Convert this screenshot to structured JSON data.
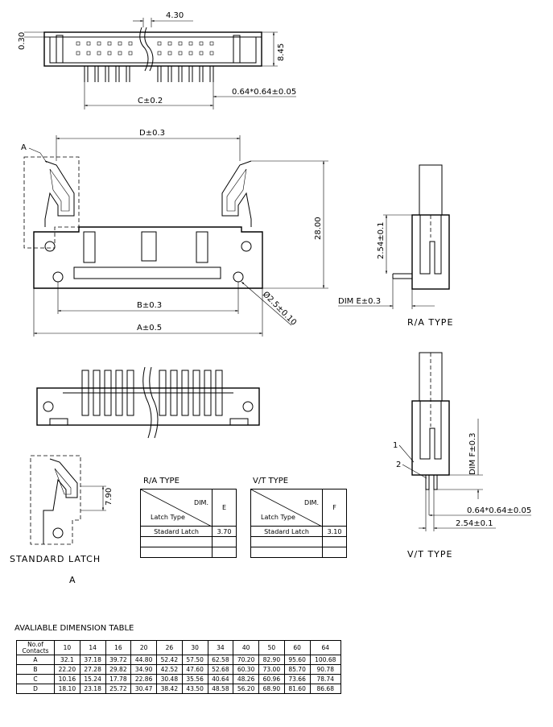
{
  "top_view": {
    "width_dim": "4.30",
    "thickness_dim": "0.30",
    "height_dim": "8.45",
    "c_dim": "C±0.2",
    "pin_dim": "0.64*0.64±0.05"
  },
  "front_view": {
    "d_dim": "D±0.3",
    "height_dim": "28.00",
    "b_dim": "B±0.3",
    "a_dim": "A±0.5",
    "hole_dim": "Ø2.5±0.10",
    "latch_label": "A"
  },
  "ra_view": {
    "pitch_dim": "2.54±0.1",
    "e_dim": "DIM E±0.3",
    "title": "R/A TYPE"
  },
  "vt_view": {
    "f_dim": "DIM F±0.3",
    "callout_1": "1",
    "callout_2": "2",
    "pin_dim": "0.64*0.64±0.05",
    "pitch_dim": "2.54±0.1",
    "title": "V/T TYPE"
  },
  "latch_detail": {
    "dim": "7.90",
    "title": "STANDARD LATCH",
    "sub": "A"
  },
  "ra_table": {
    "title": "R/A TYPE",
    "dim_label": "DIM.",
    "latch_type_label": "Latch Type",
    "col": "E",
    "row_label": "Stadard Latch",
    "row_value": "3.70"
  },
  "vt_table": {
    "title": "V/T TYPE",
    "dim_label": "DIM.",
    "latch_type_label": "Latch Type",
    "col": "F",
    "row_label": "Stadard Latch",
    "row_value": "3.10"
  },
  "dimension_table": {
    "title": "AVALIABLE DIMENSION TABLE",
    "header_label_1": "No.of",
    "header_label_2": "Contacts",
    "columns": [
      "10",
      "14",
      "16",
      "20",
      "26",
      "30",
      "34",
      "40",
      "50",
      "60",
      "64"
    ],
    "rows": [
      {
        "name": "A",
        "values": [
          "32.1",
          "37.18",
          "39.72",
          "44.80",
          "52.42",
          "57.50",
          "62.58",
          "70.20",
          "82.90",
          "95.60",
          "100.68"
        ]
      },
      {
        "name": "B",
        "values": [
          "22.20",
          "27.28",
          "29.82",
          "34.90",
          "42.52",
          "47.60",
          "52.68",
          "60.30",
          "73.00",
          "85.70",
          "90.78"
        ]
      },
      {
        "name": "C",
        "values": [
          "10.16",
          "15.24",
          "17.78",
          "22.86",
          "30.48",
          "35.56",
          "40.64",
          "48.26",
          "60.96",
          "73.66",
          "78.74"
        ]
      },
      {
        "name": "D",
        "values": [
          "18.10",
          "23.18",
          "25.72",
          "30.47",
          "38.42",
          "43.50",
          "48.58",
          "56.20",
          "68.90",
          "81.60",
          "86.68"
        ]
      }
    ]
  }
}
